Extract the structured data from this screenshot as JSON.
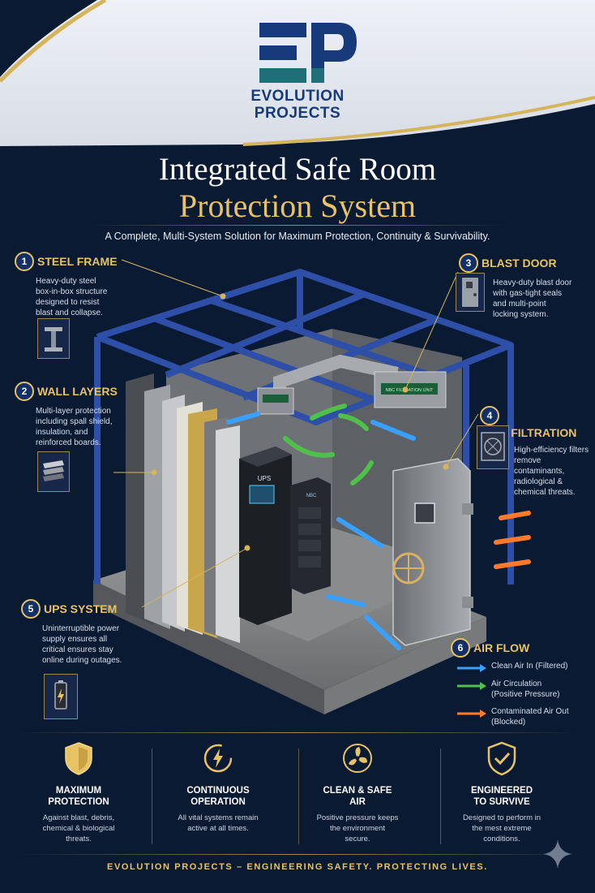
{
  "brand": {
    "line1": "EVOLUTION",
    "line2": "PROJECTS",
    "logo_letters": "EP",
    "primary_color": "#163a7a",
    "accent_color": "#e7c365"
  },
  "title": {
    "line1": "Integrated Safe Room",
    "line2": "Protection System"
  },
  "subtitle": "A Complete, Multi-System Solution for Maximum Protection, Continuity & Survivability.",
  "callouts": [
    {
      "number": "1",
      "title": "STEEL FRAME",
      "desc": [
        "Heavy-duty steel",
        "box-in-box structure",
        "designed to resist",
        "blast and collapse."
      ],
      "icon": "steel-beam-icon"
    },
    {
      "number": "2",
      "title": "WALL LAYERS",
      "desc": [
        "Multi-layer protection",
        "including spall shield,",
        "insulation, and",
        "reinforced boards."
      ],
      "icon": "layers-icon"
    },
    {
      "number": "3",
      "title": "BLAST DOOR",
      "desc": [
        "Heavy-duty blast door",
        "with gas-tight seals",
        "and multi-point",
        "locking system."
      ],
      "icon": "door-icon"
    },
    {
      "number": "4",
      "title": "NBC FILTRATION",
      "desc": [
        "High-efficiency filters",
        "remove contaminants,",
        "radiological &",
        "chemical threats."
      ],
      "icon": "filter-fan-icon"
    },
    {
      "number": "5",
      "title": "UPS SYSTEM",
      "desc": [
        "Uninterruptible power",
        "supply ensures all",
        "critical ensures stay",
        "online during outages."
      ],
      "icon": "battery-icon"
    },
    {
      "number": "6",
      "title": "AIR FLOW",
      "desc": [],
      "icon": "airflow-icon"
    }
  ],
  "airflow_legend": [
    {
      "label": [
        "Clean Air In (Filtered)"
      ],
      "color": "#3aa0ff"
    },
    {
      "label": [
        "Air Circulation",
        "(Positive Pressure)"
      ],
      "color": "#4fc04a"
    },
    {
      "label": [
        "Contaminated Air Out",
        "(Blocked)"
      ],
      "color": "#ff7a2a"
    }
  ],
  "diagram_labels": {
    "ups": "UPS",
    "rack": "NBC",
    "filter_unit": "NBC FILTRATION UNIT"
  },
  "features": [
    {
      "title": [
        "MAXIMUM",
        "PROTECTION"
      ],
      "desc": [
        "Against blast, debris,",
        "chemical & biological",
        "threats."
      ],
      "icon": "shield-icon"
    },
    {
      "title": [
        "CONTINUOUS",
        "OPERATION"
      ],
      "desc": [
        "All vital systems remain",
        "active at all times."
      ],
      "icon": "power-cycle-icon"
    },
    {
      "title": [
        "CLEAN & SAFE",
        "AIR"
      ],
      "desc": [
        "Positive pressure keeps",
        "the environment",
        "secure."
      ],
      "icon": "fan-icon"
    },
    {
      "title": [
        "ENGINEERED",
        "TO SURVIVE"
      ],
      "desc": [
        "Designed to perform in",
        "the mest extreme",
        "conditions."
      ],
      "icon": "shield-check-icon"
    }
  ],
  "footer": "EVOLUTION PROJECTS – ENGINEERING SAFETY. PROTECTING LIVES."
}
